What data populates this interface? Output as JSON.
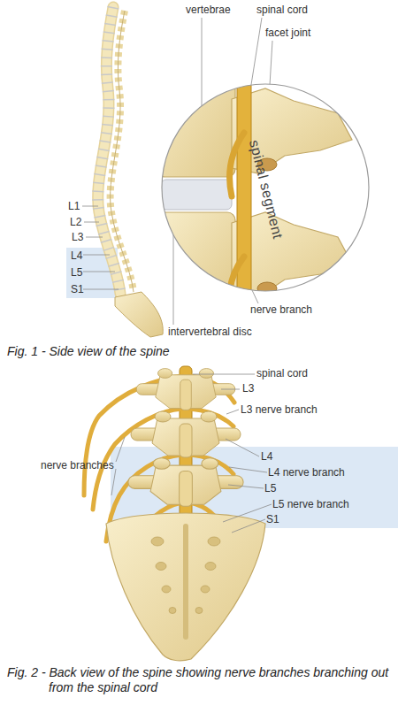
{
  "diagram": {
    "nodes": [
      {
        "text": [
          "spinal segment"
        ]
      },
      {
        "text": [
          "L4",
          "L5",
          "S1"
        ]
      },
      {
        "text": [
          "L4",
          "L4 nerve branch",
          "L5",
          "L5 nerve branch",
          "S1"
        ]
      }
    ],
    "labels": [
      "vertebrae",
      "spinal cord",
      "facet joint",
      "L1",
      "L2",
      "L3",
      "nerve branch",
      "intervertebral disc",
      "Fig. 1 - Side view of the spine",
      "spinal cord",
      "L3",
      "L3 nerve branch",
      "nerve branches",
      "Fig. 2 - Back view of the spine showing nerve branches branching out from the spinal cord"
    ]
  }
}
